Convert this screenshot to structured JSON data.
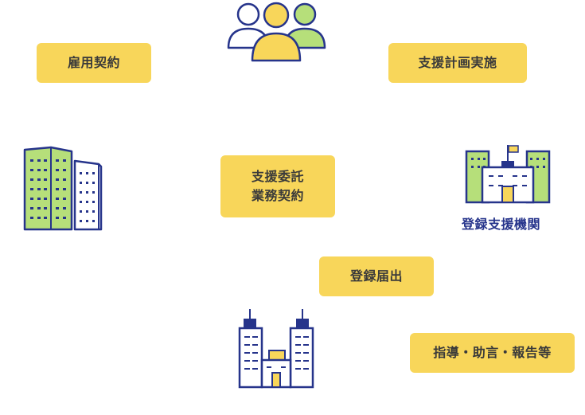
{
  "labels": {
    "employment": "雇用契約",
    "support_plan": "支援計画実施",
    "contract_line1": "支援委託",
    "contract_line2": "業務契約",
    "registration": "登録届出",
    "guidance": "指導・助言・報告等"
  },
  "captions": {
    "agency": "登録支援機関"
  },
  "icons": {
    "people": "people-group-icon",
    "company": "office-buildings-icon",
    "agency": "support-agency-building-icon",
    "government": "government-building-icon"
  },
  "colors": {
    "label_bg": "#f8d65a",
    "outline": "#26348b",
    "accent_yellow": "#f8d65a",
    "accent_green": "#b6df7a"
  }
}
